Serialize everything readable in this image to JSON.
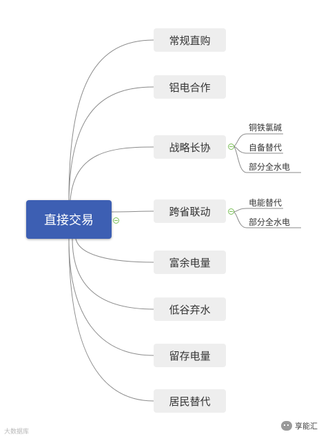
{
  "root": {
    "label": "直接交易"
  },
  "branches": [
    {
      "label": "常规直购"
    },
    {
      "label": "铝电合作"
    },
    {
      "label": "战略长协",
      "children": [
        "铜铁氯碱",
        "自备替代",
        "部分全水电"
      ]
    },
    {
      "label": "跨省联动",
      "children": [
        "电能替代",
        "部分全水电"
      ]
    },
    {
      "label": "富余电量"
    },
    {
      "label": "低谷弃水"
    },
    {
      "label": "留存电量"
    },
    {
      "label": "居民替代"
    }
  ],
  "watermark": {
    "left": "大数据库",
    "right": "享能汇"
  },
  "colors": {
    "root": "#3d5fb3",
    "branch_bg": "#eeeeee",
    "connector": "#888888",
    "toggle": "#7bbf58"
  }
}
